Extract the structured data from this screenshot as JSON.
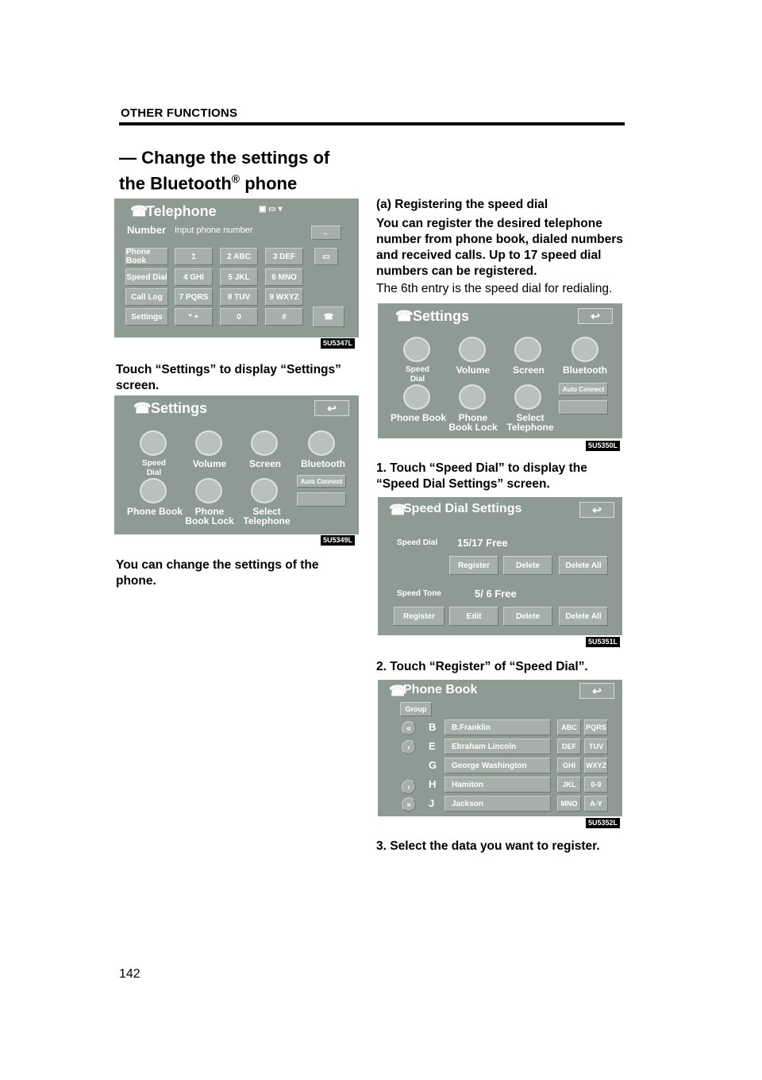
{
  "header": {
    "section": "OTHER FUNCTIONS"
  },
  "section_title": {
    "line1": "— Change the settings of",
    "line2_a": "the Bluetooth",
    "reg": "®",
    "line2_b": " phone"
  },
  "left": {
    "shot1": {
      "code": "5U5347L",
      "title": "Telephone",
      "number_label": "Number",
      "input_placeholder": "Input phone number",
      "side_buttons": [
        "Phone Book",
        "Speed Dial",
        "Call Log",
        "Settings"
      ],
      "keys": [
        "1",
        "2 ABC",
        "3 DEF",
        "4 GHI",
        "5 JKL",
        "6 MNO",
        "7 PQRS",
        "8 TUV",
        "9 WXYZ",
        "* +",
        "0",
        "#"
      ]
    },
    "caption1": "Touch “Settings” to display “Settings” screen.",
    "shot2": {
      "code": "5U5349L",
      "title": "Settings",
      "items": [
        "Speed Dial",
        "Volume",
        "Screen",
        "Bluetooth",
        "Phone Book",
        "Phone Book Lock",
        "Select Telephone"
      ],
      "auto_connect": "Auto Connect"
    },
    "caption2": "You can change the settings of the phone."
  },
  "right": {
    "subheading": "(a)   Registering the speed dial",
    "intro_bold": "You can register the desired telephone number from phone book, dialed numbers and received calls. Up to 17 speed dial numbers can be registered.",
    "intro_normal": "The 6th entry is the speed dial for redialing.",
    "shot3": {
      "code": "5U5350L",
      "title": "Settings",
      "items": [
        "Speed Dial",
        "Volume",
        "Screen",
        "Bluetooth",
        "Phone Book",
        "Phone Book Lock",
        "Select Telephone"
      ],
      "auto_connect": "Auto Connect"
    },
    "step1": "1.  Touch “Speed Dial” to display the “Speed Dial Settings” screen.",
    "shot4": {
      "code": "5U5351L",
      "title": "Speed Dial Settings",
      "speed_dial_label": "Speed Dial",
      "speed_dial_count": "15/17 Free",
      "speed_tone_label": "Speed Tone",
      "speed_tone_count": "5/ 6 Free",
      "row1_buttons": [
        "Register",
        "Delete",
        "Delete All"
      ],
      "row2_buttons": [
        "Register",
        "Edit",
        "Delete",
        "Delete All"
      ]
    },
    "step2": "2.  Touch “Register” of “Speed Dial”.",
    "shot5": {
      "code": "5U5352L",
      "title": "Phone Book",
      "group": "Group",
      "letters": [
        "B",
        "E",
        "G",
        "H",
        "J"
      ],
      "names": [
        "B.Franklin",
        "Ebraham Lincoln",
        "George Washington",
        "Hamiton",
        "Jackson"
      ],
      "tabs": [
        "ABC",
        "PQRS",
        "DEF",
        "TUV",
        "GHI",
        "WXYZ",
        "JKL",
        "0-9",
        "MNO",
        "A-Y"
      ]
    },
    "step3": "3.  Select the data you want to register."
  },
  "footer": {
    "page": "142"
  }
}
